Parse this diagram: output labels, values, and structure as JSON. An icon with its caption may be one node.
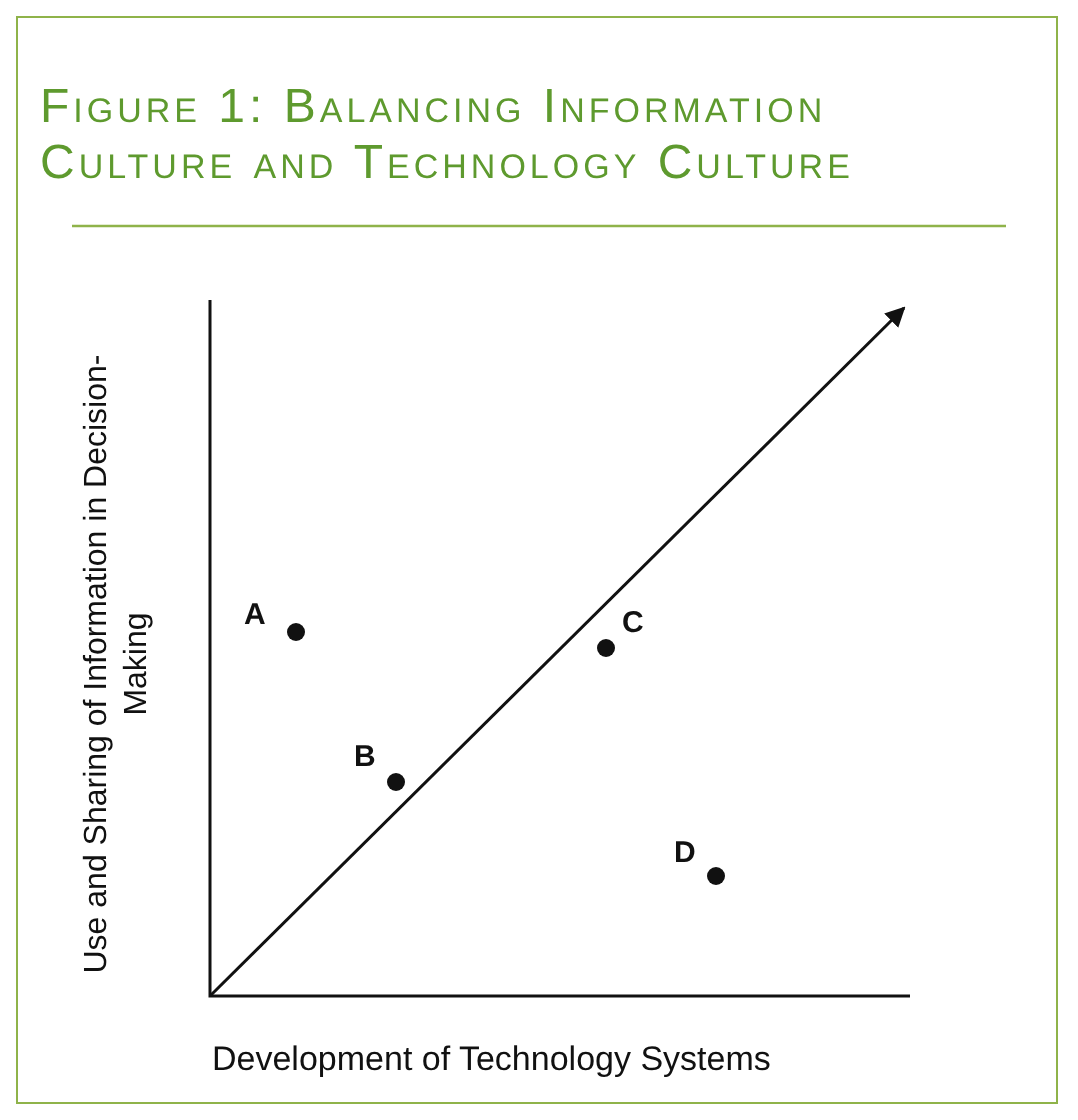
{
  "diagram": {
    "title": "Figure 1: Balancing Information Culture and Technology Culture",
    "labels": [
      "A",
      "B",
      "C",
      "D",
      "Use and Sharing of Information in Decision-Making",
      "Development of Technology Systems"
    ]
  }
}
